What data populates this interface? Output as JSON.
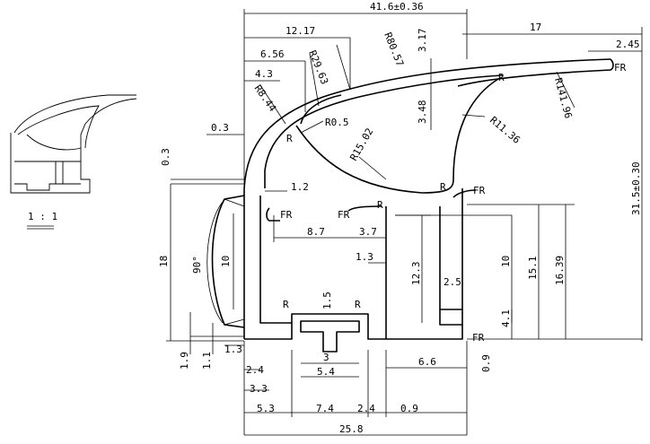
{
  "scale_label": "1 : 1",
  "dims": {
    "overall_width": "41.6±0.36",
    "overall_height": "31.5±0.30",
    "d12_17": "12.17",
    "d6_56": "6.56",
    "d4_3": "4.3",
    "d17": "17",
    "d2_45": "2.45",
    "d3_17": "3.17",
    "d3_48": "3.48",
    "d0_3_top": "0.3",
    "d0_3_side": "0.3",
    "d1_2": "1.2",
    "d8_7": "8.7",
    "d3_7": "3.7",
    "d1_3_mid": "1.3",
    "d1_5": "1.5",
    "d3": "3",
    "d5_4": "5.4",
    "d6_6": "6.6",
    "d18": "18",
    "d10_left": "10",
    "d12_3": "12.3",
    "d2_5": "2.5",
    "d10_right": "10",
    "d15_1": "15.1",
    "d16_39": "16.39",
    "d4_1": "4.1",
    "d1_9": "1.9",
    "d1_1": "1.1",
    "d1_3_low": "1.3",
    "d2_4_a": "2.4",
    "d3_3": "3.3",
    "d5_3": "5.3",
    "d7_4": "7.4",
    "d2_4_b": "2.4",
    "d0_9_a": "0.9",
    "d0_9_b": "0.9",
    "d25_8": "25.8",
    "angle_90": "90°"
  },
  "radii": {
    "r80_57": "R80.57",
    "r29_63": "R29.63",
    "r8_44": "R8.44",
    "r0_5": "R0.5",
    "r15_02": "R15.02",
    "r11_36": "R11.36",
    "r141_96": "R141.96"
  },
  "markers": {
    "r": "R",
    "fr": "FR"
  }
}
